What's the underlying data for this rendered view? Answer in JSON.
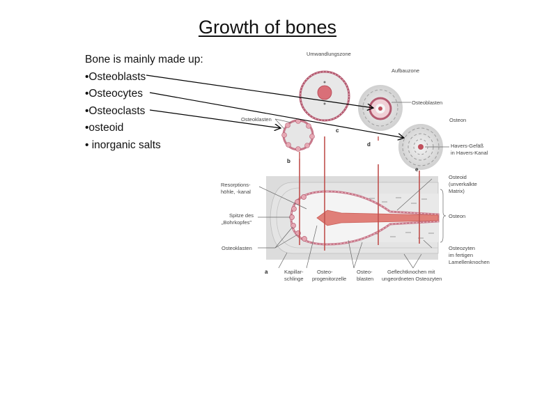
{
  "slide": {
    "title": "Growth of bones",
    "intro": "Bone is mainly made up:",
    "bullets": [
      "•Osteoblasts",
      "•Osteocytes",
      "•Osteoclasts",
      "•osteoid",
      "• inorganic salts"
    ]
  },
  "figure": {
    "labels": {
      "umwandlungszone": "Umwandlungszone",
      "aufbauzone": "Aufbauzone",
      "osteoblasten": "Osteoblasten",
      "osteon_top": "Osteon",
      "havers_1": "Havers-Gefäß",
      "havers_2": "in Havers-Kanal",
      "osteoklasten_top": "Osteoklasten",
      "resorption_1": "Resorptions-",
      "resorption_2": "höhle, -kanal",
      "spitze_1": "Spitze des",
      "spitze_2": "„Bohrkopfes\"",
      "osteoklasten_bottom": "Osteoklasten",
      "osteoid_1": "Osteoid",
      "osteoid_2": "(unverkalkte",
      "osteoid_3": "Matrix)",
      "osteon_right": "Osteon",
      "osteozyten_1": "Osteozyten",
      "osteozyten_2": "im fertigen",
      "osteozyten_3": "Lamellenknochen",
      "kapillar_1": "Kapillar-",
      "kapillar_2": "schlinge",
      "progenitor_1": "Osteo-",
      "progenitor_2": "progenitorzelle",
      "blasten_1": "Osteo-",
      "blasten_2": "blasten",
      "geflecht_1": "Geflechtknochen mit",
      "geflecht_2": "ungeordneten Osteozyten"
    },
    "panel_letters": {
      "a": "a",
      "b": "b",
      "c": "c",
      "d": "d",
      "e": "e"
    },
    "colors": {
      "accent_red": "#c0504d",
      "cell_pink": "#d98a96",
      "bone_gray": "#d9d9d9"
    }
  }
}
